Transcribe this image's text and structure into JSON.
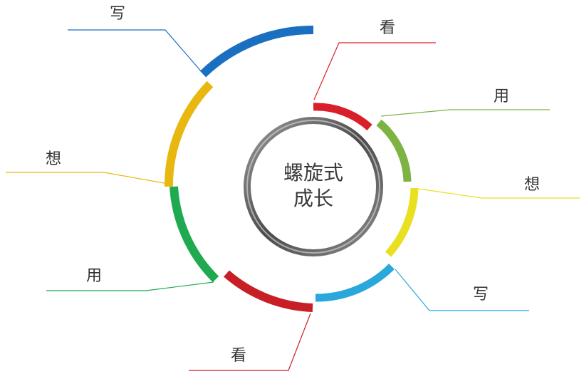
{
  "center": {
    "line1": "螺旋式",
    "line2": "成长"
  },
  "inner_segments": [
    {
      "label": "看",
      "color": "#d8202a"
    },
    {
      "label": "用",
      "color": "#7cb342"
    },
    {
      "label": "想",
      "color": "#e8e020"
    },
    {
      "label": "写",
      "color": "#2aa8dc"
    }
  ],
  "outer_segments": [
    {
      "label": "看",
      "color": "#c81e26"
    },
    {
      "label": "用",
      "color": "#1faa52"
    },
    {
      "label": "想",
      "color": "#e8b810"
    },
    {
      "label": "写",
      "color": "#1a6fc0"
    }
  ],
  "colors": {
    "ring": "#5a5a5a",
    "text": "#333333"
  }
}
